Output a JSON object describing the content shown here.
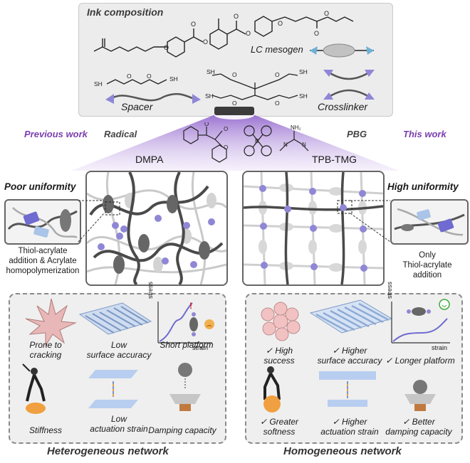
{
  "ink": {
    "title": "Ink composition",
    "lc_mesogen": "LC mesogen",
    "spacer": "Spacer",
    "crosslinker": "Crosslinker"
  },
  "header": {
    "previous_work": "Previous work",
    "radical": "Radical",
    "pbg": "PBG",
    "this_work": "This work",
    "dmpa": "DMPA",
    "tpb_tmg": "TPB-TMG"
  },
  "left": {
    "uniformity": "Poor uniformity",
    "mechanism_line1": "Thiol-acrylate",
    "mechanism_line2": "addition & Acrylate",
    "mechanism_line3": "homopolymerization",
    "props": [
      {
        "line1": "Prone to",
        "line2": "cracking"
      },
      {
        "line1": "Low",
        "line2": "surface accuracy"
      },
      {
        "line1": "Short platform",
        "line2": ""
      },
      {
        "line1": "Stiffness",
        "line2": ""
      },
      {
        "line1": "Low",
        "line2": "actuation strain"
      },
      {
        "line1": "Damping capacity",
        "line2": ""
      }
    ],
    "axis_stress": "stress",
    "axis_strain": "strain",
    "network_title": "Heterogeneous network"
  },
  "right": {
    "uniformity": "High uniformity",
    "mechanism_line1": "Only",
    "mechanism_line2": "Thiol-acrylate",
    "mechanism_line3": "addition",
    "props": [
      {
        "line1": "✓ High",
        "line2": "success"
      },
      {
        "line1": "✓ Higher",
        "line2": "surface accuracy"
      },
      {
        "line1": "✓ Longer platform",
        "line2": ""
      },
      {
        "line1": "✓ Greater",
        "line2": "softness"
      },
      {
        "line1": "✓ Higher",
        "line2": "actuation strain"
      },
      {
        "line1": "✓ Better",
        "line2": "damping capacity"
      }
    ],
    "axis_stress": "stress",
    "axis_strain": "strain",
    "network_title": "Homogeneous network"
  },
  "colors": {
    "purple": "#7a3fb0",
    "lavender": "#8f87d6",
    "dark_chain": "#5a5a5a",
    "light_chain": "#c8c8c8",
    "flower": "#e8b8b8",
    "grating": "#a9c4e8"
  }
}
